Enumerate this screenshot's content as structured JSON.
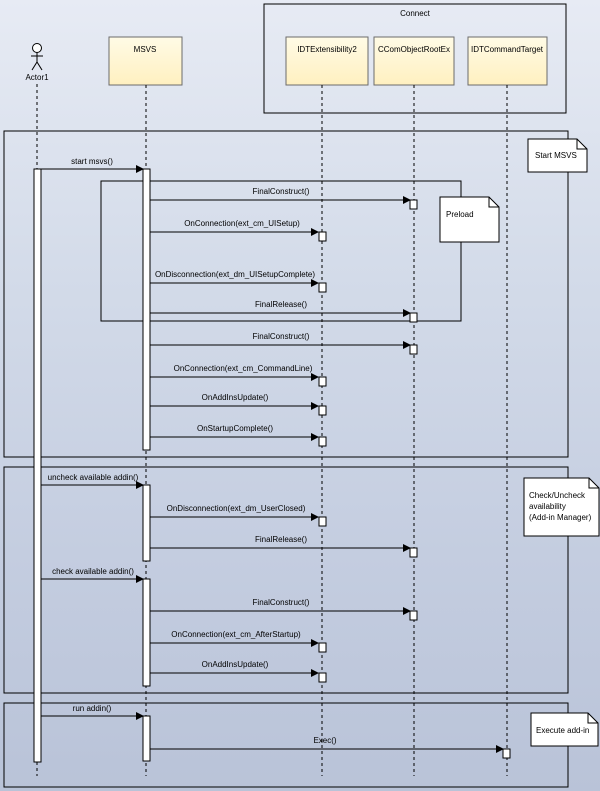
{
  "diagram": {
    "actor": {
      "name": "Actor1"
    },
    "lifelines": [
      {
        "id": "msvs",
        "label": "MSVS"
      },
      {
        "id": "idtext",
        "label": "IDTExtensibility2"
      },
      {
        "id": "ccom",
        "label": "CComObjectRootEx"
      },
      {
        "id": "idtcmd",
        "label": "IDTCommandTarget"
      }
    ],
    "groups": [
      {
        "id": "connect",
        "label": "Connect"
      }
    ],
    "fragments": [
      {
        "id": "start",
        "note": [
          "Start MSVS"
        ]
      },
      {
        "id": "check",
        "note": [
          "Check/Uncheck",
          "availability",
          "(Add-in Manager)"
        ]
      },
      {
        "id": "exec",
        "note": [
          "Execute add-in"
        ]
      }
    ],
    "preload_note": "Preload",
    "messages": [
      {
        "label": "start msvs()",
        "from": "actor",
        "to": "msvs"
      },
      {
        "label": "FinalConstruct()",
        "from": "msvs",
        "to": "ccom"
      },
      {
        "label": "OnConnection(ext_cm_UISetup)",
        "from": "msvs",
        "to": "idtext"
      },
      {
        "label": "OnDisconnection(ext_dm_UISetupComplete)",
        "from": "msvs",
        "to": "idtext"
      },
      {
        "label": "FinalRelease()",
        "from": "msvs",
        "to": "ccom"
      },
      {
        "label": "FinalConstruct()",
        "from": "msvs",
        "to": "ccom"
      },
      {
        "label": "OnConnection(ext_cm_CommandLine)",
        "from": "msvs",
        "to": "idtext"
      },
      {
        "label": "OnAddInsUpdate()",
        "from": "msvs",
        "to": "idtext"
      },
      {
        "label": "OnStartupComplete()",
        "from": "msvs",
        "to": "idtext"
      },
      {
        "label": "uncheck available addin()",
        "from": "actor",
        "to": "msvs"
      },
      {
        "label": "OnDisconnection(ext_dm_UserClosed)",
        "from": "msvs",
        "to": "idtext"
      },
      {
        "label": "FinalRelease()",
        "from": "msvs",
        "to": "ccom"
      },
      {
        "label": "check available addin()",
        "from": "actor",
        "to": "msvs"
      },
      {
        "label": "FinalConstruct()",
        "from": "msvs",
        "to": "ccom"
      },
      {
        "label": "OnConnection(ext_cm_AfterStartup)",
        "from": "msvs",
        "to": "idtext"
      },
      {
        "label": "OnAddInsUpdate()",
        "from": "msvs",
        "to": "idtext"
      },
      {
        "label": "run addin()",
        "from": "actor",
        "to": "msvs"
      },
      {
        "label": "Exec()",
        "from": "msvs",
        "to": "idtcmd"
      }
    ]
  }
}
